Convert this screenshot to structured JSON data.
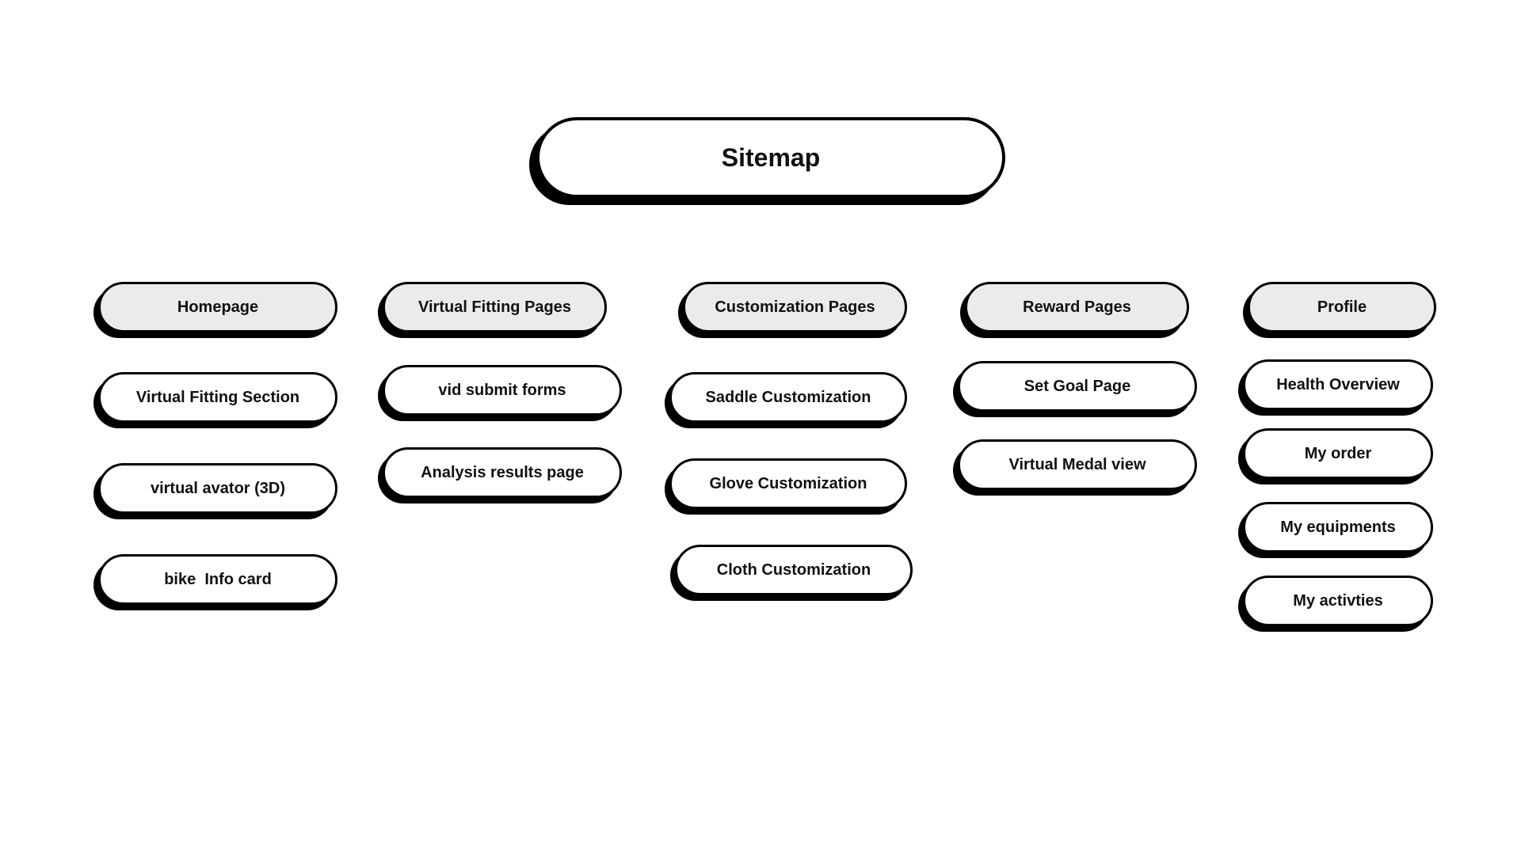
{
  "root": {
    "label": "Sitemap"
  },
  "columns": [
    {
      "header": "Homepage",
      "children": [
        "Virtual Fitting Section",
        "virtual avator (3D)",
        "bike  Info card"
      ]
    },
    {
      "header": "Virtual Fitting Pages",
      "children": [
        "vid submit forms",
        "Analysis results page"
      ]
    },
    {
      "header": "Customization Pages",
      "children": [
        "Saddle Customization",
        "Glove Customization",
        "Cloth Customization"
      ]
    },
    {
      "header": "Reward Pages",
      "children": [
        "Set Goal Page",
        "Virtual Medal view"
      ]
    },
    {
      "header": "Profile",
      "children": [
        "Health Overview",
        "My order",
        "My equipments",
        "My activties"
      ]
    }
  ],
  "colors": {
    "background": "#ffffff",
    "node_fill": "#ffffff",
    "header_fill": "#ebebeb",
    "border": "#000000",
    "text": "#111111"
  }
}
